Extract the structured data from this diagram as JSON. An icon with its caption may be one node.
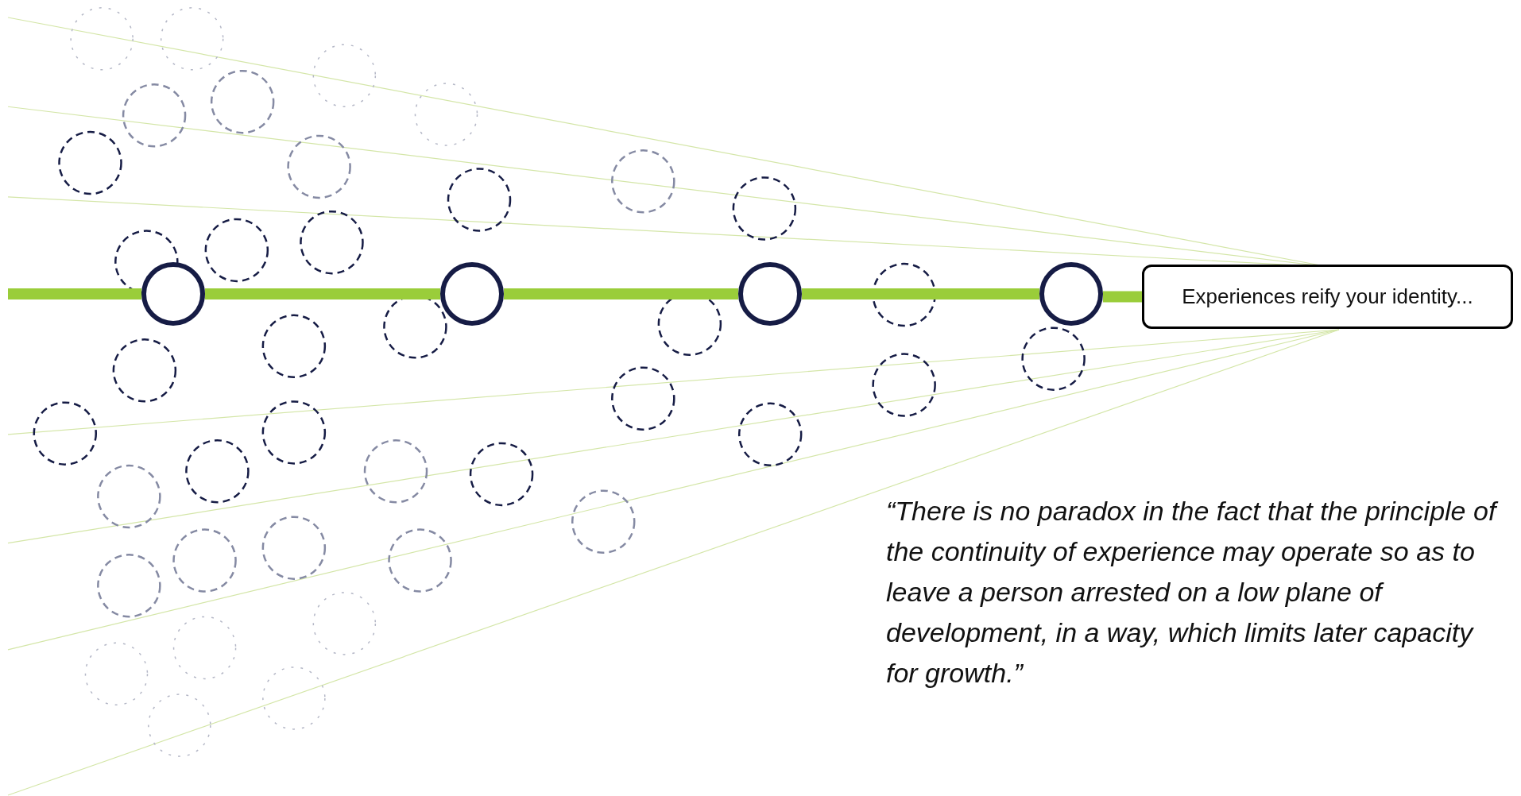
{
  "diagram": {
    "nodes": [
      {
        "text": [],
        "shape": "circle"
      },
      {
        "text": [],
        "shape": "circle"
      },
      {
        "text": [],
        "shape": "circle"
      },
      {
        "text": [],
        "shape": "circle"
      },
      {
        "text": [
          "Experiences reify your identity..."
        ]
      }
    ],
    "edges": [
      {
        "from": null,
        "to": 0,
        "arrow": "none"
      },
      {
        "from": 0,
        "to": 1,
        "arrow": "none"
      },
      {
        "from": 1,
        "to": 2,
        "arrow": "none"
      },
      {
        "from": 2,
        "to": 3,
        "arrow": "none"
      },
      {
        "from": 3,
        "to": 4,
        "arrow": "none"
      }
    ],
    "labels": [
      "“There is no paradox in the fact that the principle of the continuity of experience may operate so as to leave a person arrested on a low plane of development, in a way, which limits later capacity for growth.”"
    ]
  }
}
